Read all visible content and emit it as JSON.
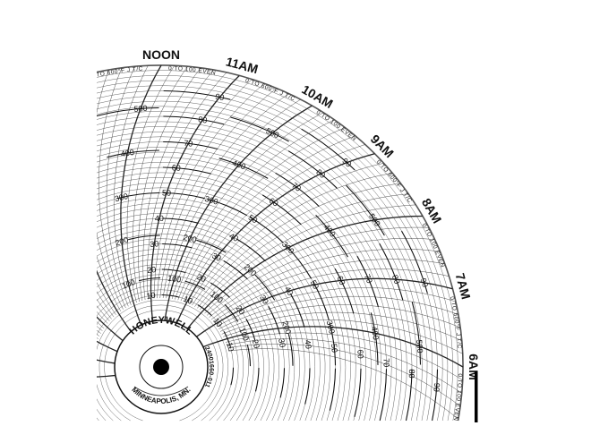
{
  "chart": {
    "brand": "HONEYWELL",
    "city": "MINNEAPOLIS, MN.",
    "part_number": "24001660-011",
    "hours": [
      "NOON",
      "11AM",
      "10AM",
      "9AM",
      "8AM",
      "7AM",
      "6AM"
    ],
    "ranges": {
      "even": "0 TO 100 EVEN",
      "tc": "0 TO 600°F J T/C"
    },
    "scale_even": [
      "10",
      "20",
      "30",
      "40",
      "50",
      "60",
      "70",
      "80",
      "90"
    ],
    "scale_tc": [
      "100",
      "200",
      "300",
      "400",
      "500"
    ]
  }
}
